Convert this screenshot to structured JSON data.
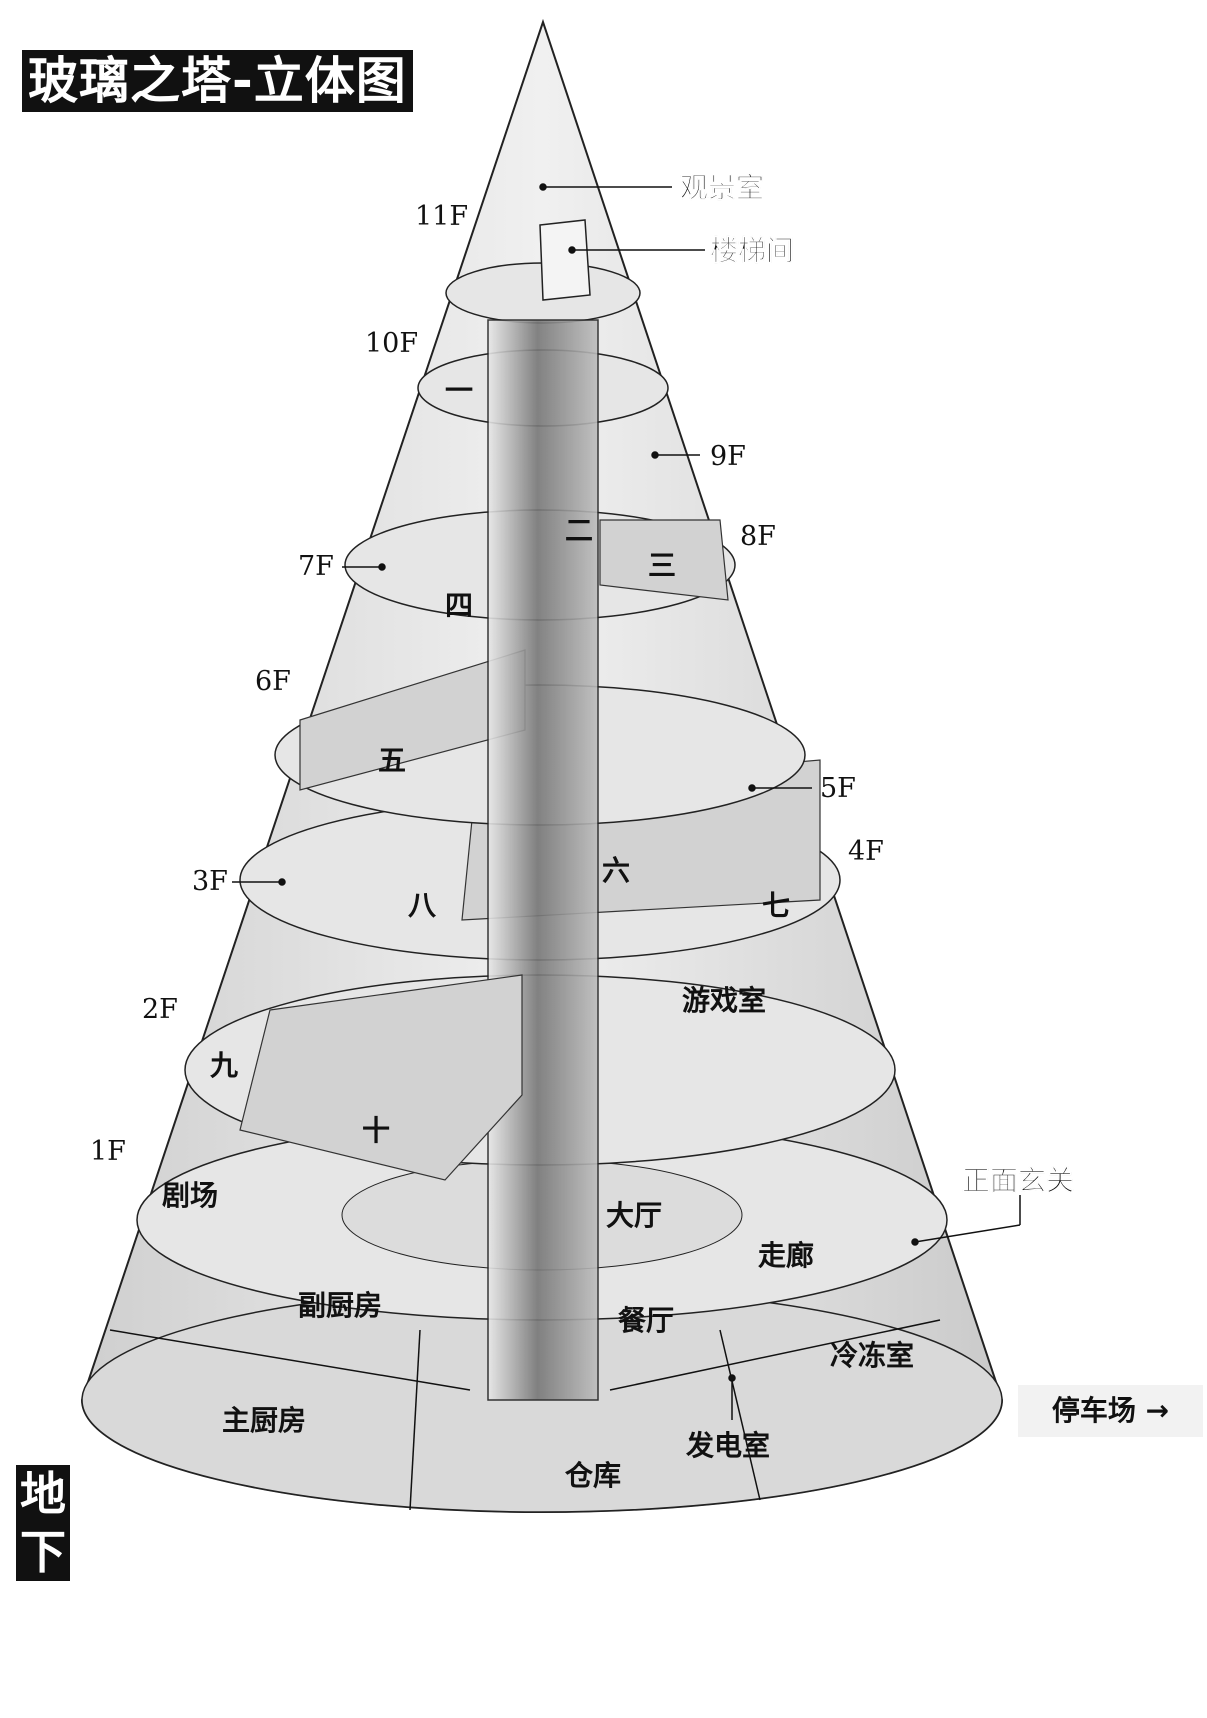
{
  "title": "玻璃之塔-立体图",
  "underground_label": "地下",
  "parking_label": "停车场 →",
  "floors": {
    "f11": "11F",
    "f10": "10F",
    "f9": "9F",
    "f8": "8F",
    "f7": "7F",
    "f6": "6F",
    "f5": "5F",
    "f4": "4F",
    "f3": "3F",
    "f2": "2F",
    "f1": "1F"
  },
  "rooms": {
    "observation": "观景室",
    "stairwell": "楼梯间",
    "r1": "一",
    "r2": "二",
    "r3": "三",
    "r4": "四",
    "r5": "五",
    "r6": "六",
    "r7": "七",
    "r8": "八",
    "r9": "九",
    "r10": "十",
    "game_room": "游戏室",
    "theater": "剧场",
    "hall": "大厅",
    "entrance": "正面玄关",
    "corridor": "走廊",
    "sub_kitchen": "副厨房",
    "dining": "餐厅",
    "freezer": "冷冻室",
    "main_kitchen": "主厨房",
    "generator": "发电室",
    "storage": "仓库"
  },
  "colors": {
    "label_bg": "#111111",
    "glass": "#e8e8e8",
    "column": "#6e6e6e"
  }
}
